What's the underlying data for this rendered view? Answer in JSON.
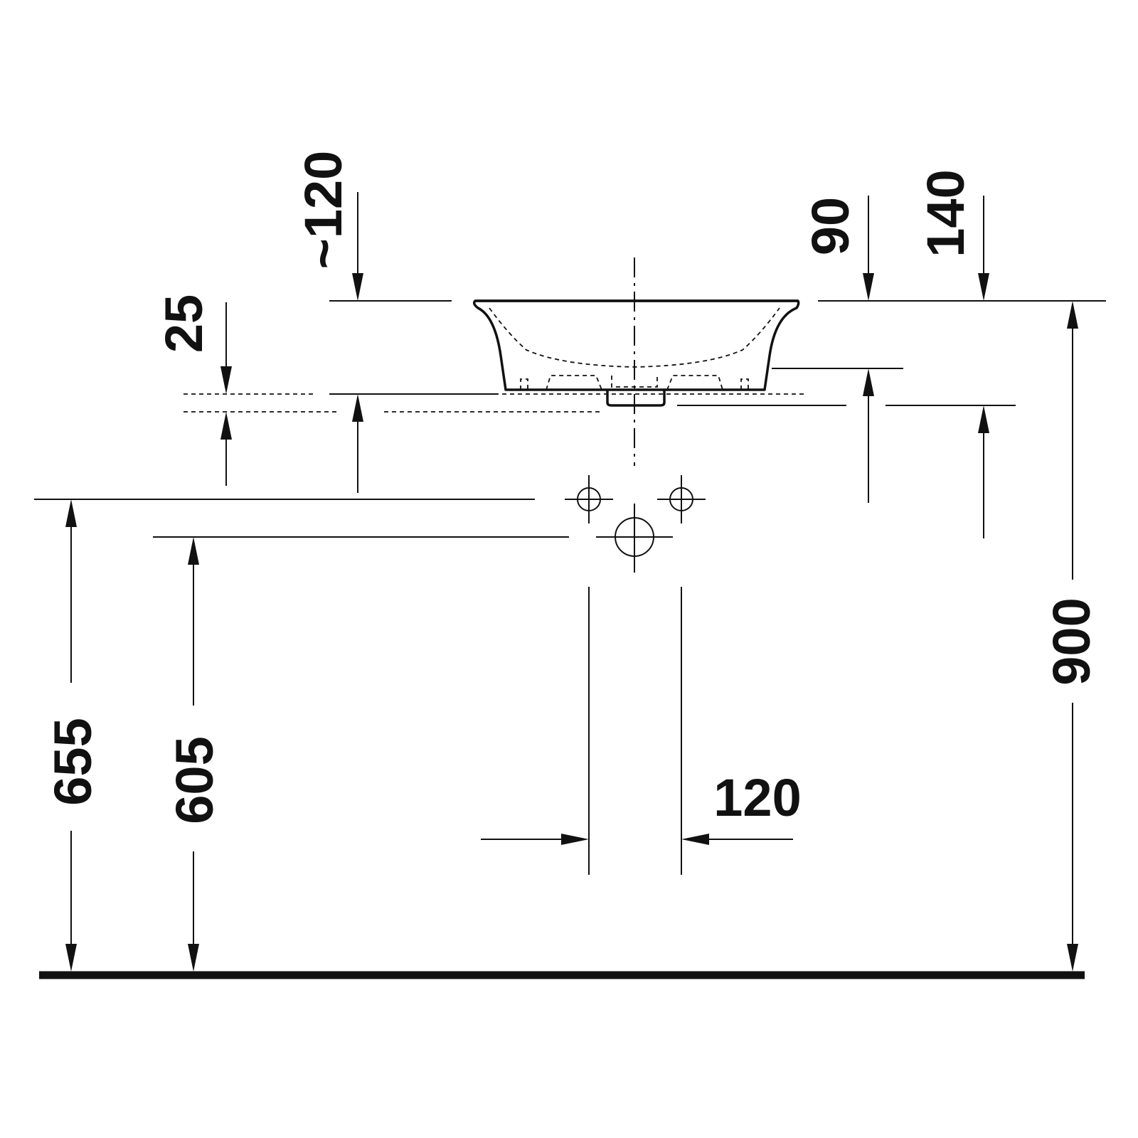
{
  "dimensions": {
    "rim_height_approx": "~120",
    "deck_offset": "25",
    "overflow_depth": "90",
    "basin_height": "140",
    "total_height": "900",
    "waste_height": "605",
    "supply_height": "655",
    "supply_spacing": "120"
  }
}
